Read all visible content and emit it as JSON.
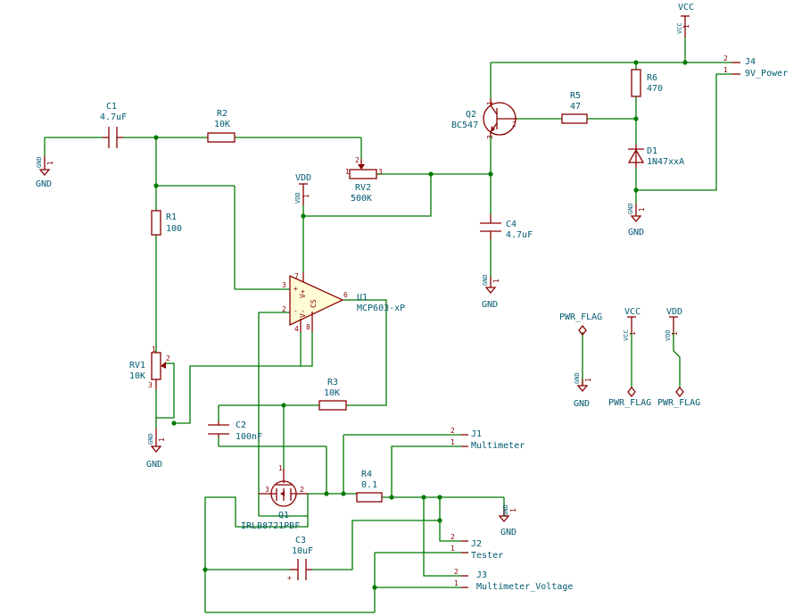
{
  "power_labels": {
    "vcc_top": "VCC",
    "vdd_opamp": "VDD",
    "gnd": "GND",
    "pwr_flag": "PWR_FLAG",
    "vcc_flag": "VCC",
    "vdd_flag": "VDD"
  },
  "components": {
    "C1": {
      "ref": "C1",
      "value": "4.7uF"
    },
    "R2": {
      "ref": "R2",
      "value": "10K"
    },
    "R1": {
      "ref": "R1",
      "value": "100"
    },
    "RV1": {
      "ref": "RV1",
      "value": "10K"
    },
    "RV2": {
      "ref": "RV2",
      "value": "500K"
    },
    "U1": {
      "ref": "U1",
      "value": "MCP603-xP"
    },
    "Q2": {
      "ref": "Q2",
      "value": "BC547"
    },
    "R5": {
      "ref": "R5",
      "value": "47"
    },
    "R6": {
      "ref": "R6",
      "value": "470"
    },
    "D1": {
      "ref": "D1",
      "value": "1N47xxA"
    },
    "C4": {
      "ref": "C4",
      "value": "4.7uF"
    },
    "J4": {
      "ref": "J4",
      "value": "9V_Power"
    },
    "R3": {
      "ref": "R3",
      "value": "10K"
    },
    "C2": {
      "ref": "C2",
      "value": "100nF"
    },
    "Q1": {
      "ref": "Q1",
      "value": "IRLB8721PBF"
    },
    "R4": {
      "ref": "R4",
      "value": "0.1"
    },
    "C3": {
      "ref": "C3",
      "value": "10uF"
    },
    "J1": {
      "ref": "J1",
      "value": "Multimeter"
    },
    "J2": {
      "ref": "J2",
      "value": "Tester"
    },
    "J3": {
      "ref": "J3",
      "value": "Multimeter_Voltage"
    }
  },
  "pins": {
    "p1": "1",
    "p2": "2",
    "p3": "3",
    "p4": "4",
    "p6": "6",
    "p7": "7",
    "p8": "8",
    "plus": "+",
    "minus": "-"
  },
  "pin_names": {
    "v_plus": "V+",
    "v_minus": "V-",
    "cs": "CS"
  }
}
